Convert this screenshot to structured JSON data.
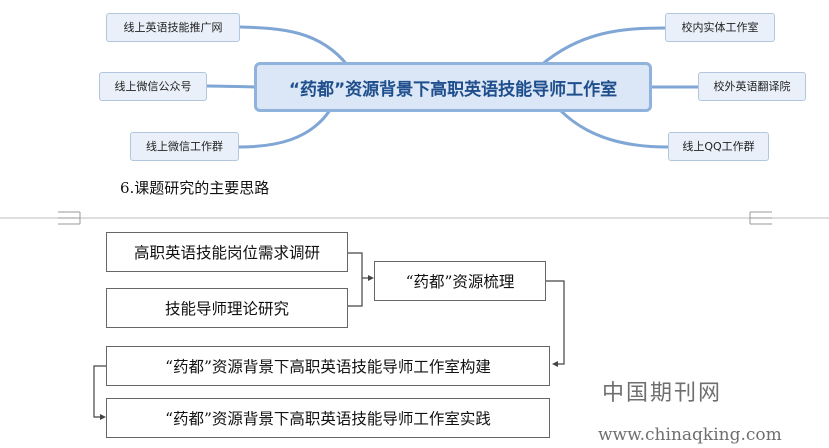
{
  "mindmap": {
    "center": "“药都”资源背景下高职英语技能导师工作室",
    "left_nodes": [
      "线上英语技能推广网",
      "线上微信公众号",
      "线上微信工作群"
    ],
    "right_nodes": [
      "校内实体工作室",
      "校外英语翻译院",
      "线上QQ工作群"
    ],
    "branch_color": "#7fa6d4",
    "node_fill": "#e9f0f9"
  },
  "caption": "6.课题研究的主要思路",
  "flowchart": {
    "step1a": "高职英语技能岗位需求调研",
    "step1b": "技能导师理论研究",
    "step2": "“药都”资源梳理",
    "step3": "“药都”资源背景下高职英语技能导师工作室构建",
    "step4": "“药都”资源背景下高职英语技能导师工作室实践"
  },
  "watermark": {
    "line1": "中国期刊网",
    "line2": "www.chinaqking.com"
  }
}
